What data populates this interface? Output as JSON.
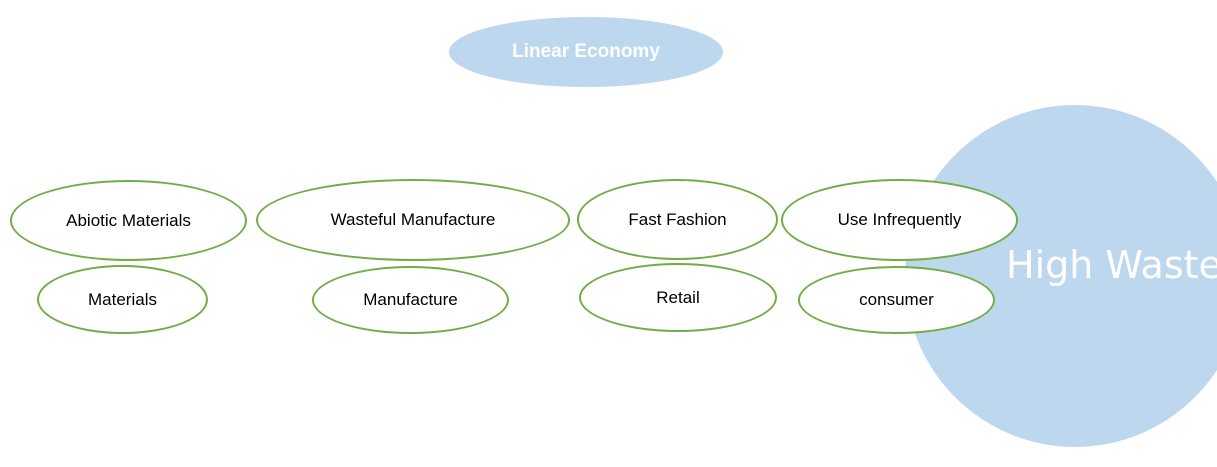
{
  "title": "Linear Economy",
  "outcome": "High Waste",
  "attributes": {
    "materials": "Abiotic Materials",
    "manufacture": "Wasteful Manufacture",
    "retail": "Fast Fashion",
    "consumer": "Use Infrequently"
  },
  "stages": {
    "materials": "Materials",
    "manufacture": "Manufacture",
    "retail": "Retail",
    "consumer": "consumer"
  },
  "colors": {
    "accent_fill": "#bdd7ee",
    "node_border": "#70ad47",
    "label_on_fill": "#ffffff",
    "node_text": "#000000"
  }
}
